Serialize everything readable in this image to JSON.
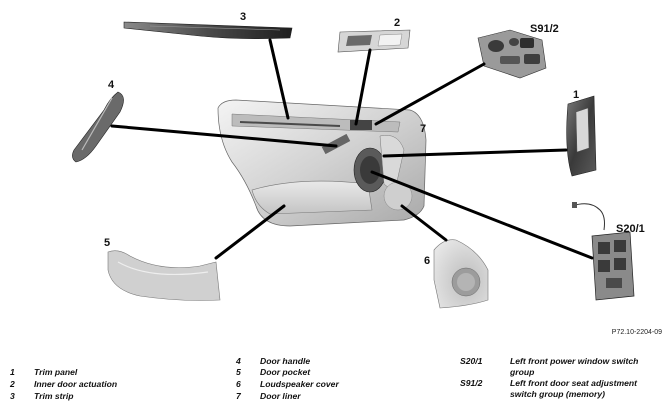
{
  "figure_ref": "P72.10-2204-09",
  "callouts": {
    "c1": "1",
    "c2": "2",
    "c3": "3",
    "c4": "4",
    "c5": "5",
    "c6": "6",
    "c7": "7",
    "c_s20": "S20/1",
    "c_s91": "S91/2"
  },
  "legend": [
    {
      "code": "1",
      "text": "Trim panel"
    },
    {
      "code": "2",
      "text": "Inner door actuation"
    },
    {
      "code": "3",
      "text": "Trim strip"
    },
    {
      "code": "4",
      "text": "Door handle"
    },
    {
      "code": "5",
      "text": "Door pocket"
    },
    {
      "code": "6",
      "text": "Loudspeaker cover"
    },
    {
      "code": "7",
      "text": "Door liner"
    },
    {
      "code": "S20/1",
      "text": "Left front power window switch group"
    },
    {
      "code": "S91/2",
      "text": "Left front door seat adjustment switch group (memory)"
    }
  ]
}
